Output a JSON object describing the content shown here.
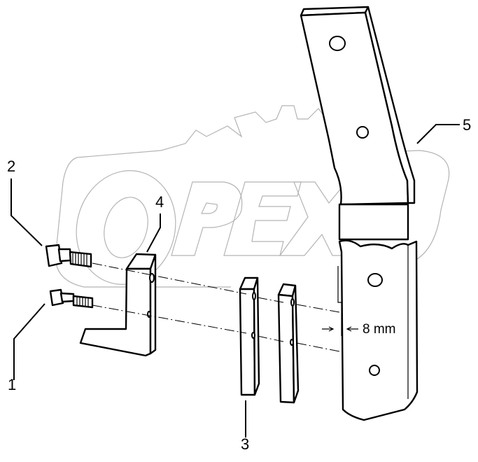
{
  "diagram": {
    "type": "exploded-parts-drawing",
    "watermark": "OPEX",
    "callouts": [
      {
        "id": "1",
        "label": "1",
        "part": "bolt-lower"
      },
      {
        "id": "2",
        "label": "2",
        "part": "bolt-upper"
      },
      {
        "id": "3",
        "label": "3",
        "part": "spacer-plate"
      },
      {
        "id": "4",
        "label": "4",
        "part": "tine-point"
      },
      {
        "id": "5",
        "label": "5",
        "part": "tine-shank"
      }
    ],
    "dimension": {
      "label": "8 mm"
    }
  }
}
